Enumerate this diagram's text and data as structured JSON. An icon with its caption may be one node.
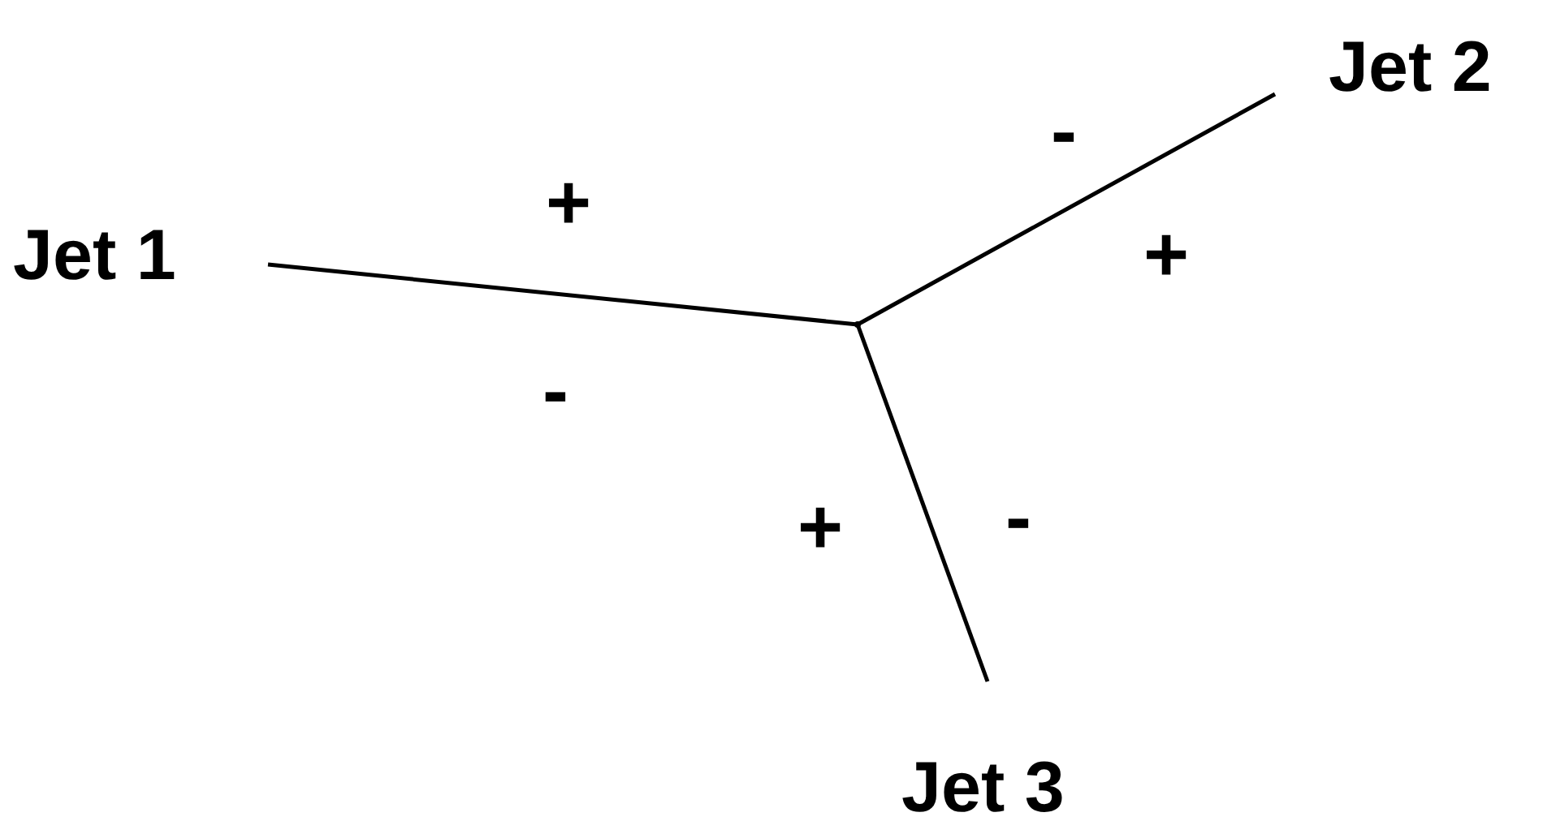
{
  "diagram": {
    "nodes": [
      {
        "text": [
          "Jet 2"
        ]
      },
      {
        "text": [
          "Jet 1"
        ]
      },
      {
        "text": [],
        "shape": "point"
      },
      {
        "text": [
          "Jet 3"
        ]
      }
    ],
    "edges": [
      {
        "from": 1,
        "to": 2,
        "arrow": "none"
      },
      {
        "from": 2,
        "to": 0,
        "arrow": "none"
      },
      {
        "from": 2,
        "to": 3,
        "arrow": "none"
      }
    ],
    "labels": [
      "-",
      "+",
      "+",
      "-",
      "+",
      "-"
    ]
  }
}
